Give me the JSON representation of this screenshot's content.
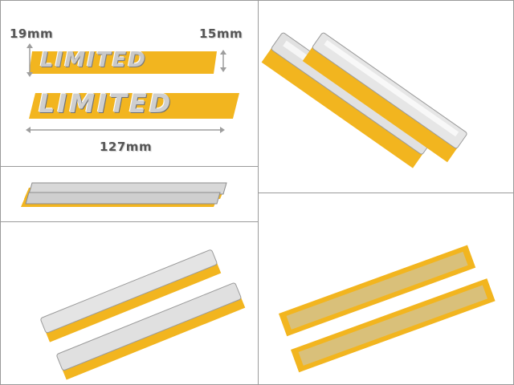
{
  "emblem": {
    "text": "LIMITED"
  },
  "dimensions": {
    "height_left": "19mm",
    "height_right": "15mm",
    "width": "127mm"
  },
  "colors": {
    "border": "#9a9a9a",
    "backing_tape": "#f2b51f",
    "chrome_light": "#f4f4f4",
    "chrome_dark": "#8c8c8c",
    "dimension_line": "#9e9e9e"
  }
}
